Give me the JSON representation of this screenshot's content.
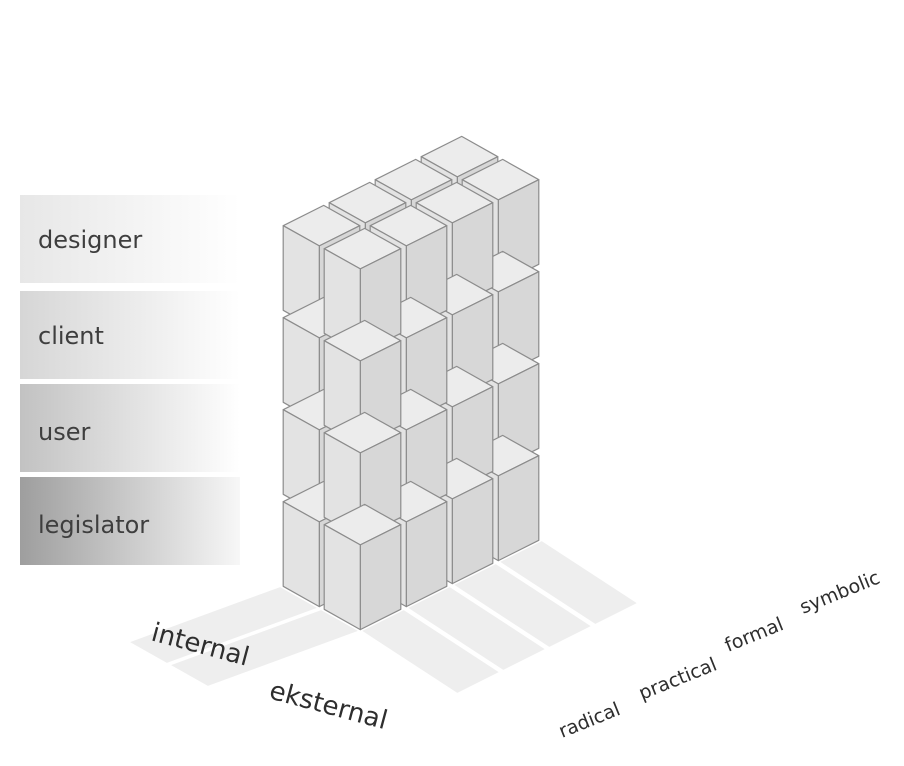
{
  "diagram": {
    "row_labels": [
      "designer",
      "client",
      "user",
      "legislator"
    ],
    "depth_labels": [
      "internal",
      "eksternal"
    ],
    "column_labels": [
      "radical",
      "practical",
      "formal",
      "symbolic"
    ],
    "colors": {
      "top_face": "#ececec",
      "left_face": "#e3e3e3",
      "right_face": "#d7d7d7",
      "edge": "#8c8c8c",
      "floor_tile": "#eeeeee",
      "label_band_light": "#f3f3f3",
      "label_band_dark": "#9a9a9a",
      "text": "#3e3e3e"
    }
  }
}
